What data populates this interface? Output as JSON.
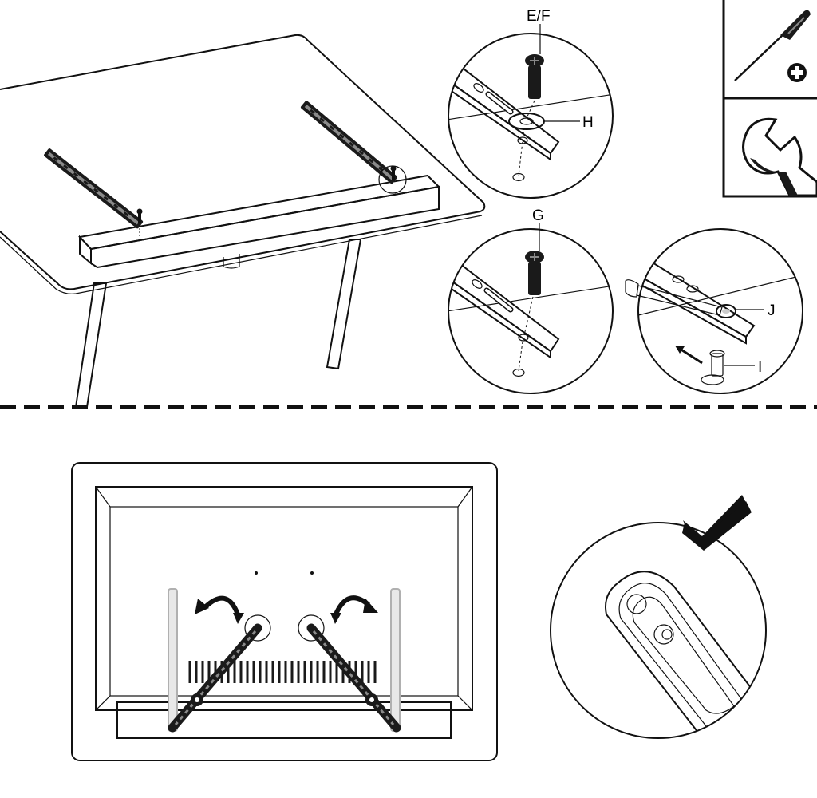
{
  "labels": {
    "e_f": "E/F",
    "h": "H",
    "g": "G",
    "j": "J",
    "i": "I"
  },
  "icons": {
    "tool_1": "phillips-screwdriver-icon",
    "tool_2": "wrench-icon",
    "check": "checkmark-icon",
    "rotate": "curved-rotate-arrow-icon"
  },
  "colors": {
    "line": "#111111",
    "fill_light": "#e8e8e8",
    "fill_mid": "#cfcfcf",
    "bracket_light": "#b8b8b8"
  }
}
